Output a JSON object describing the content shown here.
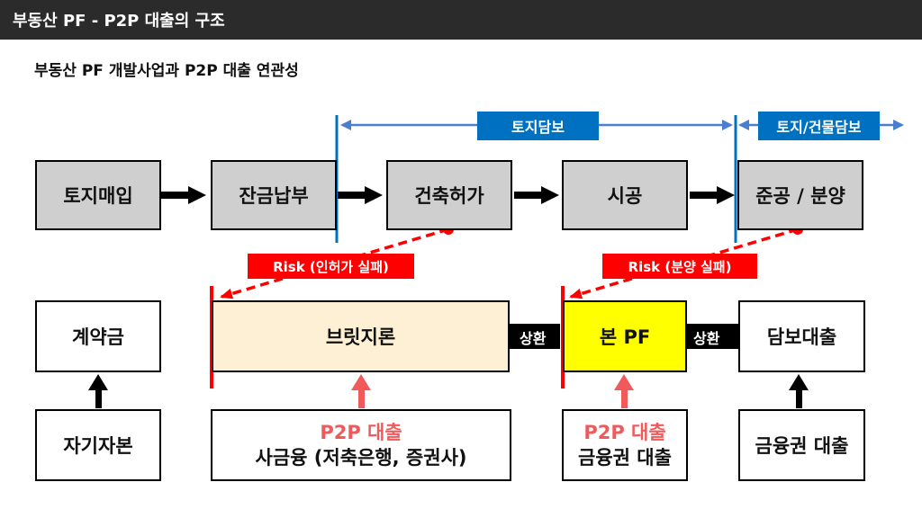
{
  "header": {
    "title": "부동산 PF - P2P 대출의 구조"
  },
  "subtitle": "부동산 PF 개발사업과 P2P 대출 연관성",
  "phases": {
    "land_collateral": "토지담보",
    "land_building_collateral": "토지/건물담보"
  },
  "process": [
    "토지매입",
    "잔금납부",
    "건축허가",
    "시공",
    "준공 / 분양"
  ],
  "risks": {
    "permit_failure": "Risk (인허가 실패)",
    "sales_failure": "Risk (분양 실패)"
  },
  "loans": {
    "deposit": "계약금",
    "bridge_loan": "브릿지론",
    "main_pf": "본 PF",
    "secured_loan": "담보대출"
  },
  "repayment_label": "상환",
  "sources": {
    "equity": "자기자본",
    "bridge_p2p": "P2P 대출",
    "bridge_private": "사금융 (저축은행, 증권사)",
    "pf_p2p": "P2P 대출",
    "pf_financial": "금융권 대출",
    "secured_financial": "금융권 대출"
  },
  "colors": {
    "title_bar": "#2b2b2b",
    "process_box": "#d0cfcf",
    "phase_blue": "#0070c0",
    "risk_red": "#ff0000",
    "p2p_text": "#f05a5a",
    "bridge_fill": "#fdf0d5",
    "pf_fill": "#ffff00"
  }
}
